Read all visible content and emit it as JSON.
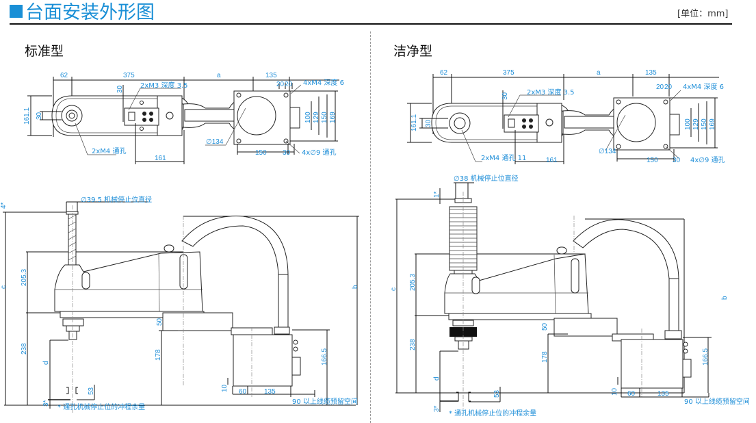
{
  "header": {
    "title": "台面安装外形图",
    "unit": "[单位：mm]",
    "accent_color": "#1a8fd6"
  },
  "standard": {
    "label": "标准型",
    "top": {
      "d62": "62",
      "d375": "375",
      "da": "a",
      "d135": "135",
      "d30_top": "30",
      "d30_left": "30",
      "d161_1": "161.1",
      "note_m3": "2xM3 深度 3.5",
      "note_m4_thru": "2xM4 通孔",
      "d161": "161",
      "d134": "∅134",
      "d20a": "20",
      "d20b": "20",
      "note_m4_depth": "4xM4 深度 6",
      "d100": "100",
      "d129": "129",
      "d150v": "150",
      "d169": "169",
      "d150": "150",
      "d30_bot": "30",
      "note_holes": "4x∅9 通孔"
    },
    "side": {
      "note_stop": "∅39.5 机械停止位直径",
      "d4": "4*",
      "dc": "c",
      "d205_3": "205.3",
      "d238": "238",
      "dd": "d",
      "d50": "50",
      "d178": "178",
      "d53": "53",
      "d3": "3*",
      "db": "b",
      "d166_5": "166.5",
      "d10": "10",
      "d60": "60",
      "d135": "135",
      "note_cable": "90 以上线缆预留空间",
      "footnote": "* 通孔机械停止位的冲程余量"
    }
  },
  "clean": {
    "label": "洁净型",
    "top": {
      "d62": "62",
      "d375": "375",
      "da": "a",
      "d135": "135",
      "d30_top": "30",
      "d30_left": "30",
      "d161_1": "161.1",
      "note_m3": "2xM3 深度 3.5",
      "note_m4_thru": "2xM4 通孔 11",
      "d161": "161",
      "d134": "∅134",
      "d20a": "20",
      "d20b": "20",
      "note_m4_depth": "4xM4 深度 6",
      "d100": "100",
      "d129": "129",
      "d150v": "150",
      "d169": "169",
      "d150": "150",
      "d30_bot": "30",
      "note_holes": "4x∅9 通孔"
    },
    "side": {
      "note_stop": "∅38 机械停止位直径",
      "d1": "1*",
      "dc": "c",
      "d205_3": "205.3",
      "d238": "238",
      "dd": "d",
      "d50": "50",
      "d178": "178",
      "d53": "53",
      "d3": "3*",
      "db": "b",
      "d166_5": "166.5",
      "d10": "10",
      "d60": "60",
      "d135": "135",
      "note_cable": "90 以上线缆预留空间",
      "footnote": "* 通孔机械停止位的冲程余量"
    }
  }
}
